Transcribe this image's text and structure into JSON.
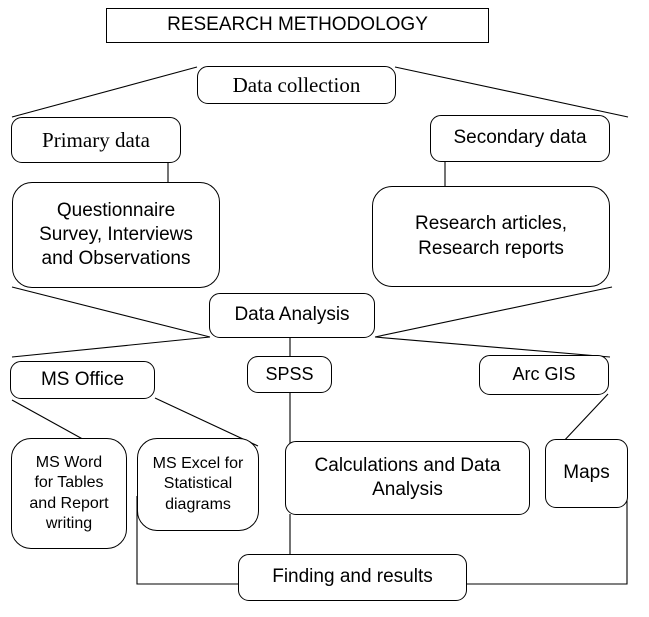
{
  "diagram": {
    "title": "RESEARCH METHODOLOGY",
    "data_collection": "Data collection",
    "primary_data": "Primary data",
    "secondary_data": "Secondary data",
    "questionnaire": "Questionnaire\nSurvey, Interviews\nand Observations",
    "research_articles": "Research articles,\nResearch reports",
    "data_analysis": "Data Analysis",
    "ms_office": "MS Office",
    "spss": "SPSS",
    "arc_gis": "Arc GIS",
    "ms_word": "MS Word\nfor Tables\nand Report\nwriting",
    "ms_excel": "MS Excel for\nStatistical\ndiagrams",
    "calculations": "Calculations and Data\nAnalysis",
    "maps": "Maps",
    "findings": "Finding and results"
  }
}
